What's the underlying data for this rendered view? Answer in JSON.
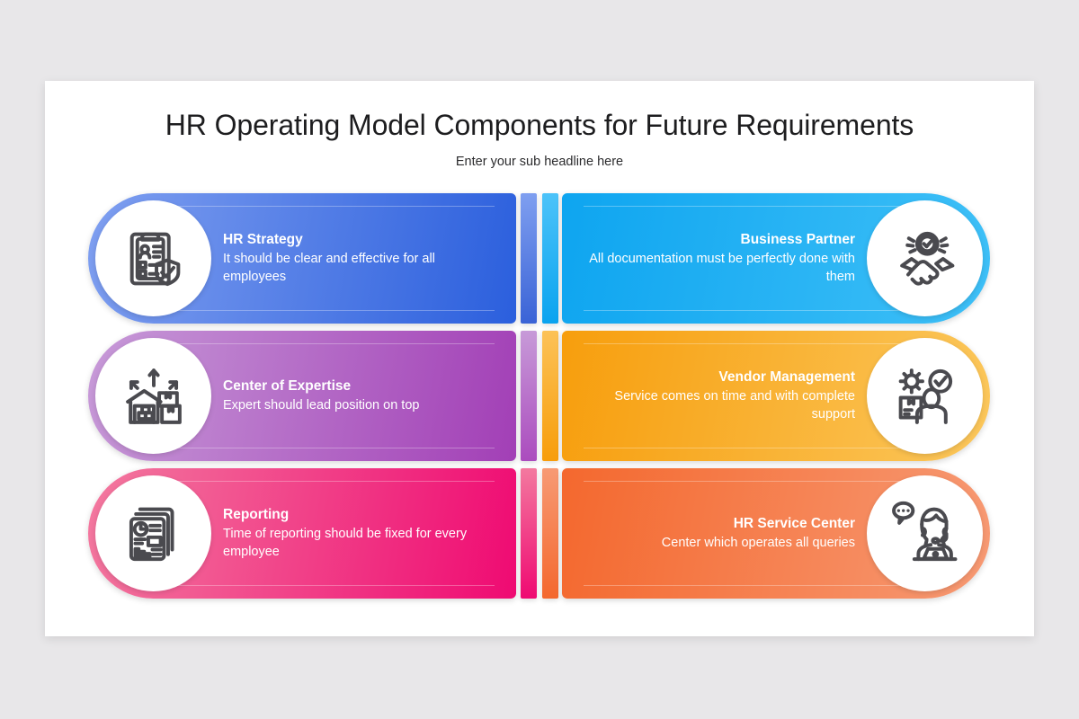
{
  "slide": {
    "title": "HR Operating Model Components for Future Requirements",
    "subtitle": "Enter your sub headline here",
    "background_color": "#e8e7e9",
    "canvas_color": "#ffffff"
  },
  "rows": [
    {
      "left": {
        "title": "HR Strategy",
        "desc": "It should be clear and effective for all employees",
        "icon": "clipboard-shield-icon",
        "gradient_from": "#7f9ff0",
        "gradient_to": "#2b5fdd",
        "bar_color_from": "#7f9ff0",
        "bar_color_to": "#3a63d6"
      },
      "right": {
        "title": "Business Partner",
        "desc": "All documentation must be perfectly done with them",
        "icon": "handshake-check-icon",
        "gradient_from": "#0ea5f0",
        "gradient_to": "#3fc0f7",
        "bar_color_from": "#4cc3f9",
        "bar_color_to": "#0aa3ef"
      }
    },
    {
      "left": {
        "title": "Center of Expertise",
        "desc": "Expert should lead position on top",
        "icon": "warehouse-boxes-arrows-icon",
        "gradient_from": "#c79ad8",
        "gradient_to": "#a23fb6",
        "bar_color_from": "#c79ad8",
        "bar_color_to": "#ab4cbe"
      },
      "right": {
        "title": "Vendor Management",
        "desc": "Service comes on time and with complete support",
        "icon": "gear-person-box-check-icon",
        "gradient_from": "#f79e0d",
        "gradient_to": "#fbc75c",
        "bar_color_from": "#fcc257",
        "bar_color_to": "#f79d0b"
      }
    },
    {
      "left": {
        "title": "Reporting",
        "desc": "Time of reporting should be fixed for every employee",
        "icon": "report-documents-icon",
        "gradient_from": "#f3799f",
        "gradient_to": "#ef0a72",
        "bar_color_from": "#f3799f",
        "bar_color_to": "#ef0a72"
      },
      "right": {
        "title": "HR Service Center",
        "desc": "Center which operates all queries",
        "icon": "support-agent-icon",
        "gradient_from": "#f4682e",
        "gradient_to": "#f79a74",
        "bar_color_from": "#f79a74",
        "bar_color_to": "#f4682e"
      }
    }
  ]
}
